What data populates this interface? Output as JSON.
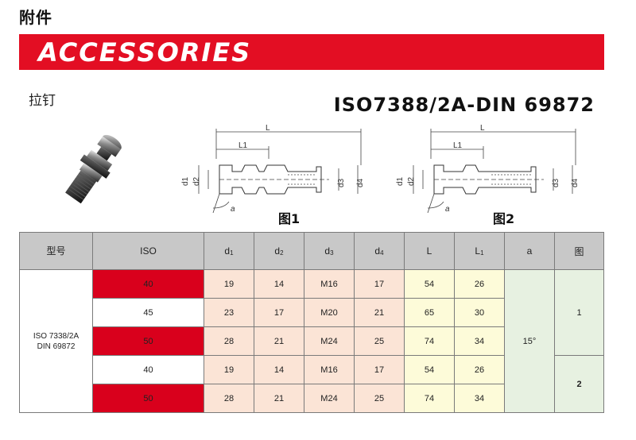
{
  "header": {
    "cn_title": "附件",
    "banner_title": "ACCESSORIES"
  },
  "product": {
    "name_cn": "拉钉",
    "standard": "ISO7388/2A-DIN 69872"
  },
  "drawings": {
    "fig1": {
      "label": "图1",
      "dim_L": "L",
      "dim_L1": "L1",
      "dim_d1": "d1",
      "dim_d2": "d2",
      "dim_d3": "d3",
      "dim_d4": "d4",
      "dim_a": "a"
    },
    "fig2": {
      "label": "图2",
      "dim_L": "L",
      "dim_L1": "L1",
      "dim_d1": "d1",
      "dim_d2": "d2",
      "dim_d3": "d3",
      "dim_d4": "d4",
      "dim_a": "a"
    }
  },
  "table": {
    "headers": {
      "model": "型号",
      "iso": "ISO",
      "d1": "d",
      "d1_sub": "1",
      "d2": "d",
      "d2_sub": "2",
      "d3": "d",
      "d3_sub": "3",
      "d4": "d",
      "d4_sub": "4",
      "L": "L",
      "L1": "L",
      "L1_sub": "1",
      "a": "a",
      "fig": "图"
    },
    "model_line1": "ISO 7338/2A",
    "model_line2": "DIN 69872",
    "angle": "15°",
    "fig_group1": "1",
    "fig_group2": "2",
    "rows": [
      {
        "iso": "40",
        "d1": "19",
        "d2": "14",
        "d3": "M16",
        "d4": "17",
        "L": "54",
        "L1": "26"
      },
      {
        "iso": "45",
        "d1": "23",
        "d2": "17",
        "d3": "M20",
        "d4": "21",
        "L": "65",
        "L1": "30"
      },
      {
        "iso": "50",
        "d1": "28",
        "d2": "21",
        "d3": "M24",
        "d4": "25",
        "L": "74",
        "L1": "34"
      },
      {
        "iso": "40",
        "d1": "19",
        "d2": "14",
        "d3": "M16",
        "d4": "17",
        "L": "54",
        "L1": "26"
      },
      {
        "iso": "50",
        "d1": "28",
        "d2": "21",
        "d3": "M24",
        "d4": "25",
        "L": "74",
        "L1": "34"
      }
    ]
  },
  "colors": {
    "banner_red": "#e30e23",
    "iso_red": "#d9001c",
    "header_gray": "#c8c8c8",
    "peach": "#fbe4d6",
    "lemon": "#fdfbd9",
    "mint": "#e7f1e1"
  }
}
